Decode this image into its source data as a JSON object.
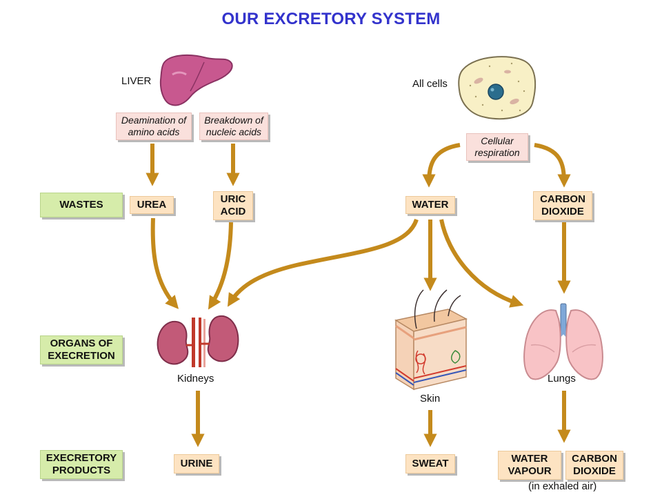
{
  "title": "OUR EXCRETORY SYSTEM",
  "sources": {
    "liver_label": "LIVER",
    "cells_label": "All cells",
    "deamination": "Deamination of\namino acids",
    "breakdown": "Breakdown of\nnucleic acids",
    "respiration": "Cellular\nrespiration"
  },
  "categories": {
    "wastes": "WASTES",
    "organs": "ORGANS OF\nEXECRETION",
    "products": "EXECRETORY\nPRODUCTS"
  },
  "wastes": {
    "urea": "UREA",
    "uric_acid": "URIC\nACID",
    "water": "WATER",
    "carbon_dioxide": "CARBON\nDIOXIDE"
  },
  "organs": {
    "kidneys": "Kidneys",
    "skin": "Skin",
    "lungs": "Lungs"
  },
  "products": {
    "urine": "URINE",
    "sweat": "SWEAT",
    "water_vapour": "WATER\nVAPOUR",
    "carbon_dioxide": "CARBON\nDIOXIDE",
    "exhaled_note": "(in exhaled air)"
  },
  "colors": {
    "title": "#3333cc",
    "arrow": "#c48a1c",
    "waste_box": "#fde3c2",
    "process_box": "#fae0dc",
    "category_box": "#d6ecaa"
  }
}
